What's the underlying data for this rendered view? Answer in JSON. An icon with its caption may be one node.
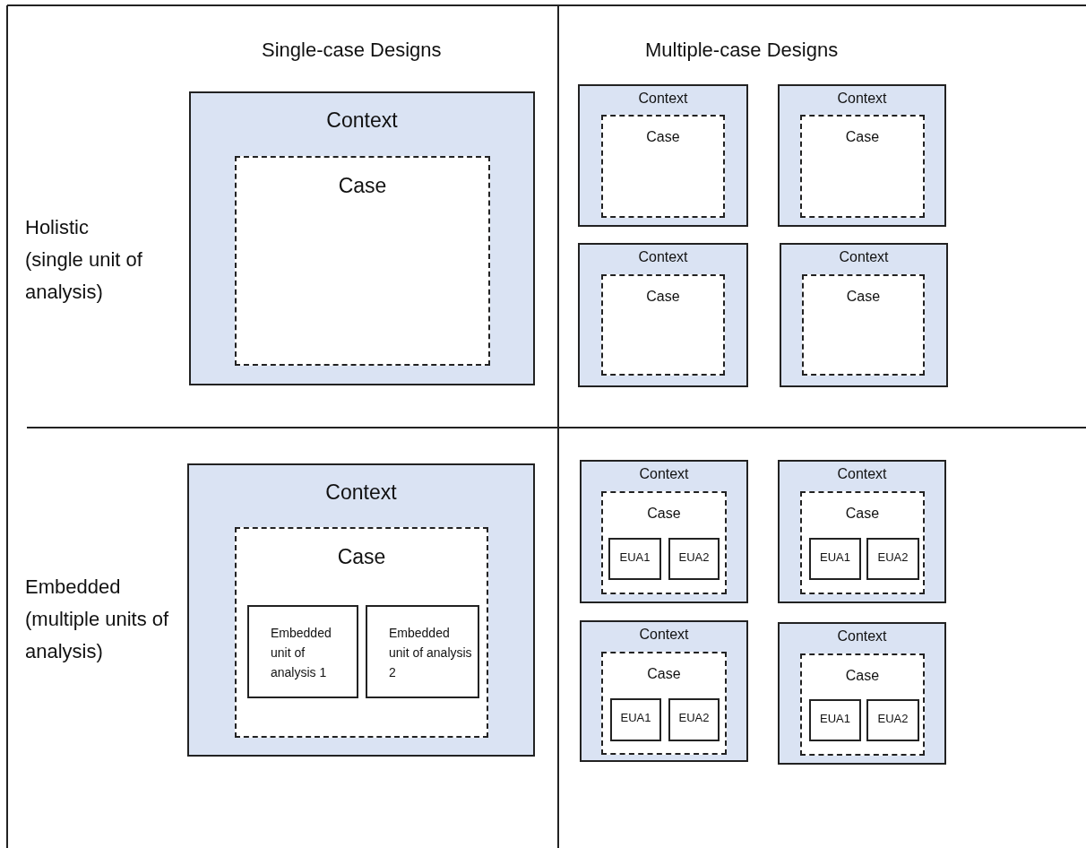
{
  "diagram": {
    "nodes": [
      {
        "text": [
          "Context"
        ]
      },
      {
        "text": [
          "Case"
        ],
        "in": 0
      },
      {
        "text": [
          "Context"
        ]
      },
      {
        "text": [
          "Case"
        ],
        "in": 2
      },
      {
        "text": [
          "Context"
        ]
      },
      {
        "text": [
          "Case"
        ],
        "in": 4
      },
      {
        "text": [
          "Context"
        ]
      },
      {
        "text": [
          "Case"
        ],
        "in": 6
      },
      {
        "text": [
          "Context"
        ]
      },
      {
        "text": [
          "Case"
        ],
        "in": 8
      },
      {
        "text": [
          "Context"
        ]
      },
      {
        "text": [
          "Case"
        ],
        "in": 10
      },
      {
        "text": [
          "Embedded unit of analysis 1"
        ],
        "in": 11
      },
      {
        "text": [
          "Embedded unit of analysis 2"
        ],
        "in": 11
      },
      {
        "text": [
          "Context"
        ]
      },
      {
        "text": [
          "Case"
        ],
        "in": 14
      },
      {
        "text": [
          "EUA1"
        ],
        "in": 15
      },
      {
        "text": [
          "EUA2"
        ],
        "in": 15
      },
      {
        "text": [
          "Context"
        ]
      },
      {
        "text": [
          "Case"
        ],
        "in": 18
      },
      {
        "text": [
          "EUA1"
        ],
        "in": 19
      },
      {
        "text": [
          "EUA2"
        ],
        "in": 19
      },
      {
        "text": [
          "Context"
        ]
      },
      {
        "text": [
          "Case"
        ],
        "in": 22
      },
      {
        "text": [
          "EUA1"
        ],
        "in": 23
      },
      {
        "text": [
          "EUA2"
        ],
        "in": 23
      },
      {
        "text": [
          "Context"
        ]
      },
      {
        "text": [
          "Case"
        ],
        "in": 26
      },
      {
        "text": [
          "EUA1"
        ],
        "in": 27
      },
      {
        "text": [
          "EUA2"
        ],
        "in": 27
      }
    ],
    "labels": [
      "Single-case Designs",
      "Multiple-case Designs",
      "Holistic (single unit of analysis)",
      "Embedded (multiple units of analysis)"
    ]
  }
}
